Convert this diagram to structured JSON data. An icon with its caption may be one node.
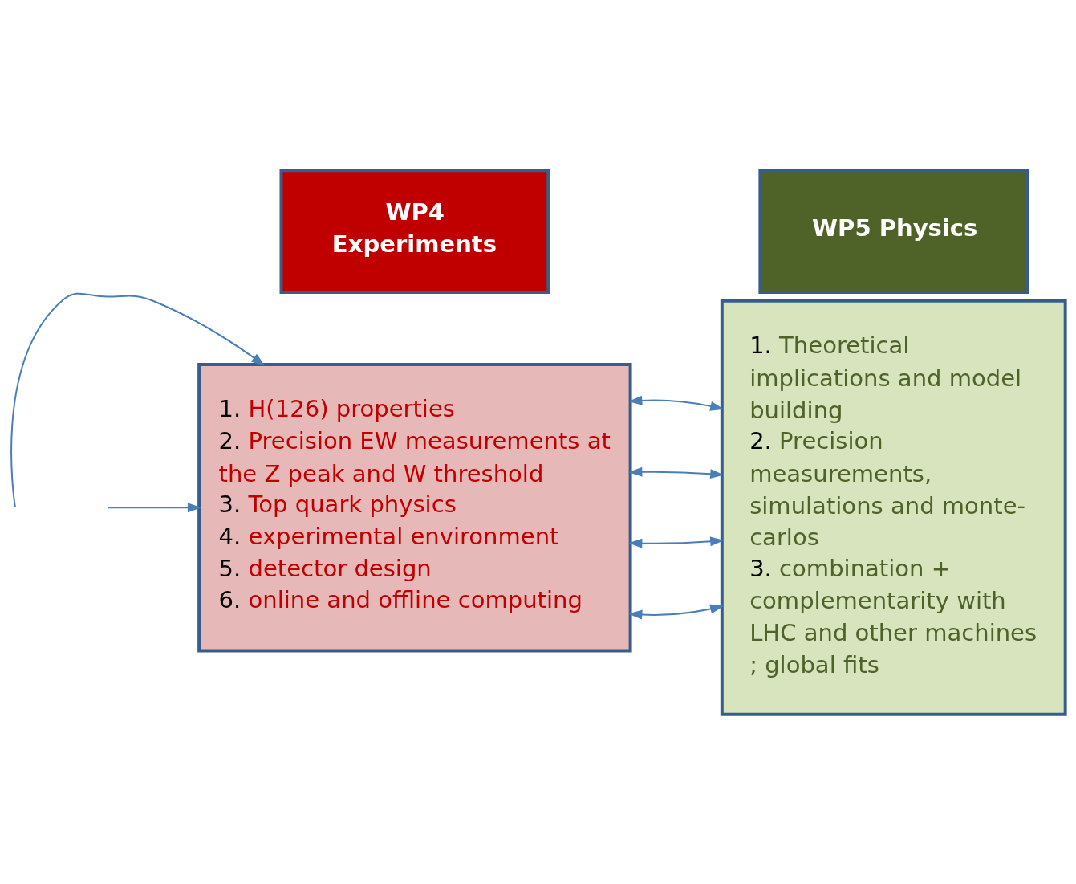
{
  "diagram": {
    "nodes": [
      {
        "text": [
          "WP4 Experiments"
        ]
      },
      {
        "text": [
          "1. H(126) properties",
          "2. Precision EW measurements at the Z peak and W threshold",
          "3. Top quark physics",
          "4. experimental environment",
          "5. detector design",
          "6. online and offline computing"
        ]
      },
      {
        "text": [
          "WP5 Physics"
        ]
      },
      {
        "text": [
          "1. Theoretical implications and model building",
          "2. Precision measurements, simulations and monte-carlos",
          "3. combination + complementarity with LHC and other machines ; global fits"
        ]
      }
    ],
    "edges": [
      {
        "from": 1,
        "to": 3,
        "arrow": "both"
      },
      {
        "from": 1,
        "to": 3,
        "arrow": "both"
      },
      {
        "from": 1,
        "to": 3,
        "arrow": "both"
      },
      {
        "from": 1,
        "to": 3,
        "arrow": "both"
      },
      {
        "from": null,
        "to": 1,
        "arrow": "to"
      },
      {
        "from": null,
        "to": 1,
        "arrow": "to"
      }
    ]
  }
}
